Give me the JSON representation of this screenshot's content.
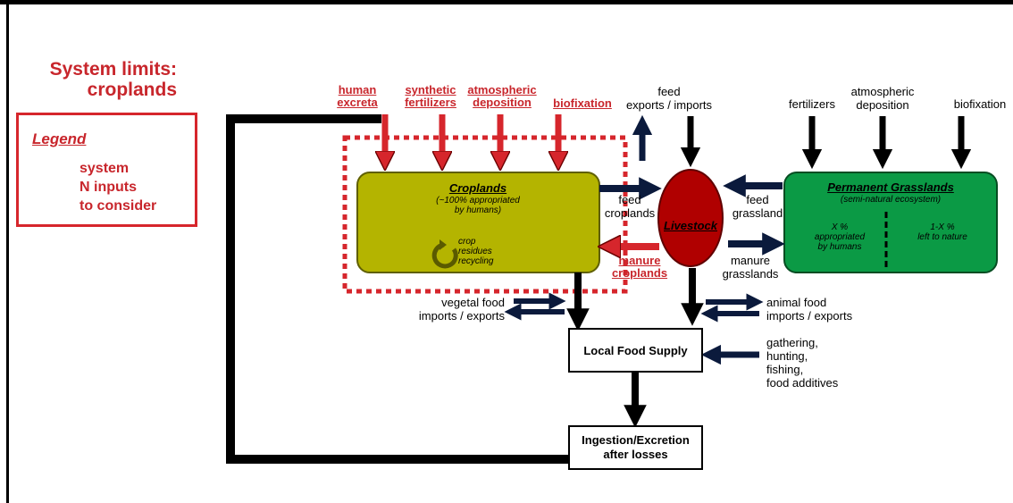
{
  "title": {
    "line1": "System limits:",
    "line2": "croplands"
  },
  "legend": {
    "title": "Legend",
    "line1": "system",
    "line2": "N inputs",
    "line3": "to consider"
  },
  "cropland_inputs": [
    {
      "line1": "human",
      "line2": "excreta"
    },
    {
      "line1": "synthetic",
      "line2": "fertilizers"
    },
    {
      "line1": "atmospheric",
      "line2": "deposition"
    },
    {
      "line1": "biofixation",
      "line2": ""
    }
  ],
  "feed_trade": {
    "line1": "feed",
    "line2": "exports / imports"
  },
  "grassland_inputs": [
    {
      "line1": "fertilizers",
      "line2": ""
    },
    {
      "line1": "atmospheric",
      "line2": "deposition"
    },
    {
      "line1": "biofixation",
      "line2": ""
    }
  ],
  "croplands": {
    "title": "Croplands",
    "sub1": "(~100% appropriated",
    "sub2": "by humans)",
    "recycle1": "crop",
    "recycle2": "residues",
    "recycle3": "recycling"
  },
  "livestock": {
    "title": "Livestock"
  },
  "grasslands": {
    "title": "Permanent Grasslands",
    "sub": "(semi-natural ecosystem)",
    "left1": "X %",
    "left2": "appropriated",
    "left3": "by humans",
    "right1": "1-X %",
    "right2": "left to nature"
  },
  "flows": {
    "feed_croplands1": "feed",
    "feed_croplands2": "croplands",
    "feed_grassland1": "feed",
    "feed_grassland2": "grassland",
    "manure_croplands1": "manure",
    "manure_croplands2": "croplands",
    "manure_grasslands1": "manure",
    "manure_grasslands2": "grasslands",
    "vegetal1": "vegetal food",
    "vegetal2": "imports / exports",
    "animal1": "animal food",
    "animal2": "imports / exports",
    "gather1": "gathering,",
    "gather2": "hunting,",
    "gather3": "fishing,",
    "gather4": "food additives"
  },
  "local_food_supply": "Local Food Supply",
  "ingestion": {
    "line1": "Ingestion/Excretion",
    "line2": "after losses"
  },
  "colors": {
    "red": "#c8262c",
    "cropland_fill": "#b4b400",
    "grassland_fill": "#0b9a45",
    "livestock_fill": "#b00000",
    "navy": "#0b1a3c"
  },
  "icons": {
    "recycle": "recycle-icon"
  }
}
